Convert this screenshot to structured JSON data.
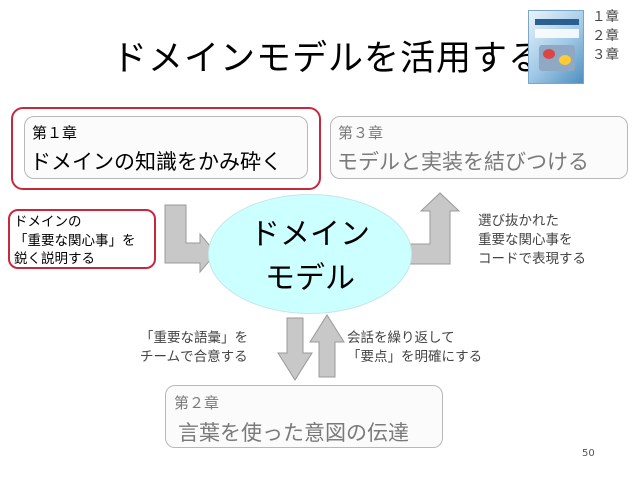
{
  "slide": {
    "title": "ドメインモデルを活用する",
    "page_number": "50"
  },
  "chapter_list": [
    "１章",
    "２章",
    "３章"
  ],
  "chapters": {
    "ch1": {
      "label": "第１章",
      "text": "ドメインの知識をかみ砕く"
    },
    "ch3": {
      "label": "第３章",
      "text": "モデルと実装を結びつける"
    },
    "ch2": {
      "label": "第２章",
      "text": "言葉を使った意図の伝達"
    }
  },
  "center": {
    "line1": "ドメイン",
    "line2": "モデル"
  },
  "notes": {
    "left": [
      "ドメインの",
      "「重要な関心事」を",
      "鋭く説明する"
    ],
    "right": [
      "選び抜かれた",
      "重要な関心事を",
      "コードで表現する"
    ],
    "bottom_left": [
      "「重要な語彙」を",
      "チームで合意する"
    ],
    "bottom_right": [
      "会話を繰り返して",
      "「要点」を明確にする"
    ]
  },
  "colors": {
    "highlight_border": "#c8283e",
    "domain_fill": "#ccffff",
    "arrow_fill": "#c8c8c8",
    "muted_text": "#7a7a7a"
  }
}
